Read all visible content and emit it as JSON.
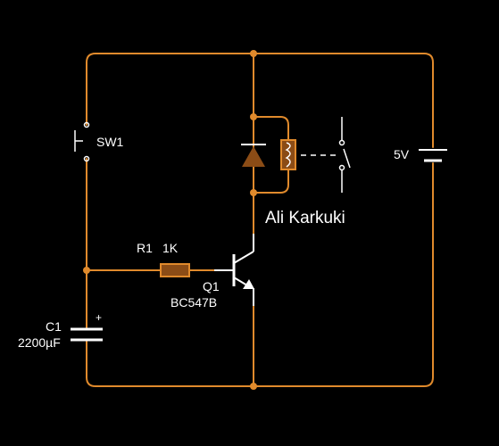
{
  "diagram": {
    "author": "Ali Karkuki",
    "colors": {
      "background": "#000000",
      "wire": "#e08a2c",
      "component": "#ffffff",
      "relay_body": "#8b4c16",
      "relay_outline": "#e08a2c"
    },
    "components": {
      "switch": {
        "label": "SW1"
      },
      "resistor": {
        "designator": "R1",
        "value": "1K"
      },
      "transistor": {
        "designator": "Q1",
        "part": "BC547B"
      },
      "capacitor": {
        "designator": "C1",
        "value": "2200µF",
        "polarity": "+"
      },
      "battery": {
        "value": "5V"
      },
      "diode": {},
      "relay": {}
    }
  }
}
